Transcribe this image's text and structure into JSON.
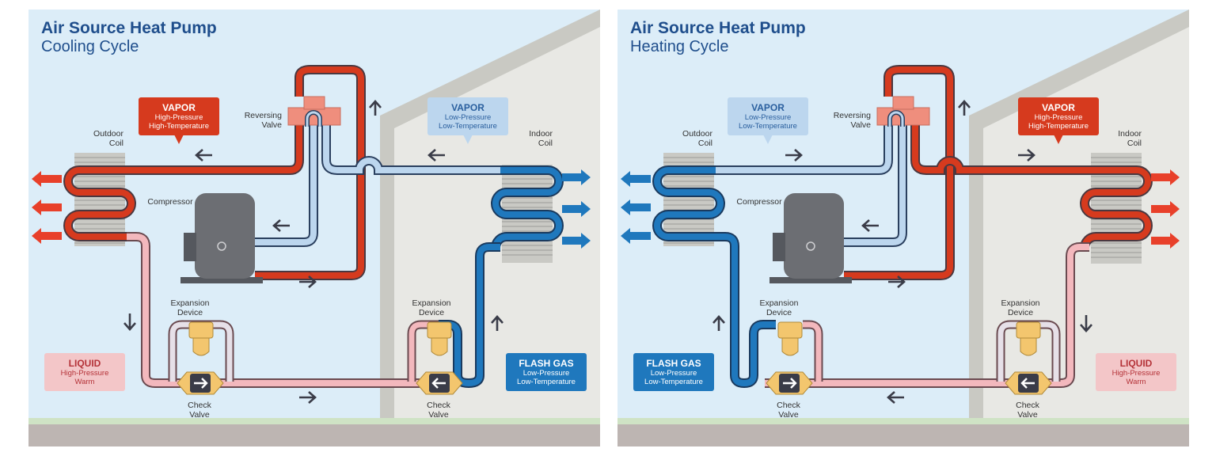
{
  "diagrams": [
    {
      "title": "Air Source Heat Pump",
      "subtitle": "Cooling Cycle",
      "labels": {
        "outdoor_coil": [
          "Outdoor",
          "Coil"
        ],
        "indoor_coil": [
          "Indoor",
          "Coil"
        ],
        "reversing_valve": [
          "Reversing",
          "Valve"
        ],
        "compressor": "Compressor",
        "expansion_left": [
          "Expansion",
          "Device"
        ],
        "expansion_right": [
          "Expansion",
          "Device"
        ],
        "check_left": [
          "Check",
          "Valve"
        ],
        "check_right": [
          "Check",
          "Valve"
        ]
      },
      "callouts": [
        {
          "id": "vapor-hot",
          "head": "VAPOR",
          "l1": "High-Pressure",
          "l2": "High-Temperature",
          "bg": "#d63a1e",
          "fg": "#ffffff"
        },
        {
          "id": "vapor-cold",
          "head": "VAPOR",
          "l1": "Low-Pressure",
          "l2": "Low-Temperature",
          "bg": "#bcd6ee",
          "fg": "#2a5f9e"
        },
        {
          "id": "liquid",
          "head": "LIQUID",
          "l1": "High-Pressure",
          "l2": "Warm",
          "bg": "#f3c6c8",
          "fg": "#b43238"
        },
        {
          "id": "flash-gas",
          "head": "FLASH GAS",
          "l1": "Low-Pressure",
          "l2": "Low-Temperature",
          "bg": "#1f78bd",
          "fg": "#ffffff"
        }
      ]
    },
    {
      "title": "Air Source Heat Pump",
      "subtitle": "Heating Cycle",
      "labels": {
        "outdoor_coil": [
          "Outdoor",
          "Coil"
        ],
        "indoor_coil": [
          "Indoor",
          "Coil"
        ],
        "reversing_valve": [
          "Reversing",
          "Valve"
        ],
        "compressor": "Compressor",
        "expansion_left": [
          "Expansion",
          "Device"
        ],
        "expansion_right": [
          "Expansion",
          "Device"
        ],
        "check_left": [
          "Check",
          "Valve"
        ],
        "check_right": [
          "Check",
          "Valve"
        ]
      },
      "callouts": [
        {
          "id": "vapor-cold",
          "head": "VAPOR",
          "l1": "Low-Pressure",
          "l2": "Low-Temperature",
          "bg": "#bcd6ee",
          "fg": "#2a5f9e"
        },
        {
          "id": "vapor-hot",
          "head": "VAPOR",
          "l1": "High-Pressure",
          "l2": "High-Temperature",
          "bg": "#d63a1e",
          "fg": "#ffffff"
        },
        {
          "id": "flash-gas",
          "head": "FLASH GAS",
          "l1": "Low-Pressure",
          "l2": "Low-Temperature",
          "bg": "#1f78bd",
          "fg": "#ffffff"
        },
        {
          "id": "liquid",
          "head": "LIQUID",
          "l1": "High-Pressure",
          "l2": "Warm",
          "bg": "#f3c6c8",
          "fg": "#b43238"
        }
      ]
    }
  ],
  "colors": {
    "hot_vapor": "#d63a1e",
    "cold_vapor": "#bcd6ee",
    "warm_liquid": "#f3b8bd",
    "flash_gas": "#1f78bd",
    "sky": "#dcedf8",
    "house_wall": "#e8e8e4",
    "ground": "#bdb5b2",
    "grass": "#cfe3c5"
  }
}
